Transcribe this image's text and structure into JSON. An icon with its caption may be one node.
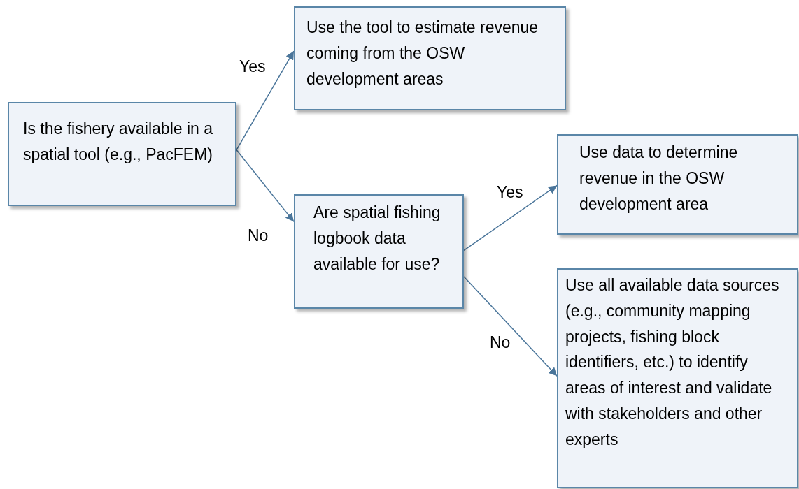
{
  "diagram": {
    "nodes": [
      {
        "text": [
          "Is the fishery available in a spatial tool (e.g., PacFEM)"
        ]
      },
      {
        "text": [
          "Use the tool to estimate revenue coming from the OSW development areas"
        ]
      },
      {
        "text": [
          "Are spatial fishing logbook data available for use?"
        ]
      },
      {
        "text": [
          "Use data to determine revenue in the OSW development area"
        ]
      },
      {
        "text": [
          "Use all available data sources (e.g., community mapping projects, fishing block identifiers, etc.) to identify areas of interest and validate with stakeholders and other experts"
        ]
      }
    ],
    "edges": [
      {
        "from": 0,
        "to": 1,
        "arrow": "to",
        "label": "Yes"
      },
      {
        "from": 0,
        "to": 2,
        "arrow": "to",
        "label": "No"
      },
      {
        "from": 2,
        "to": 3,
        "arrow": "to",
        "label": "Yes"
      },
      {
        "from": 2,
        "to": 4,
        "arrow": "to",
        "label": "No"
      }
    ]
  }
}
